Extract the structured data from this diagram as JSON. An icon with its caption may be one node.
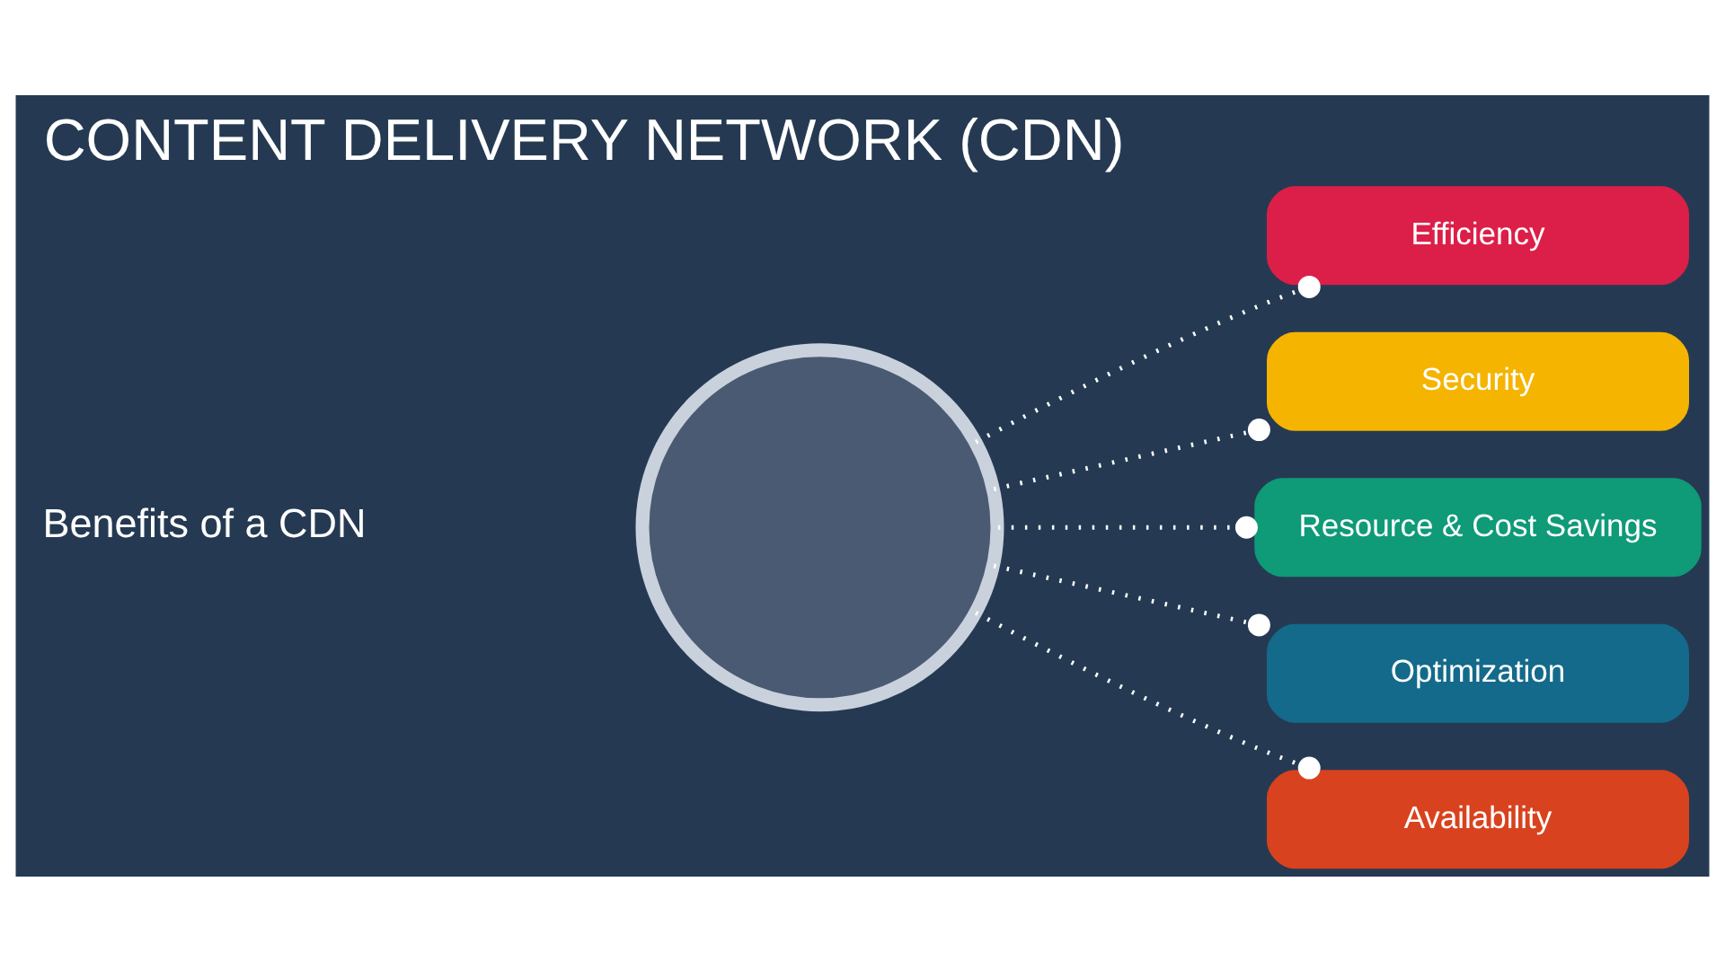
{
  "diagram": {
    "title": "CONTENT DELIVERY NETWORK (CDN)",
    "nodes": [
      {
        "text": [],
        "shape": "circle"
      },
      {
        "text": [
          "Efficiency"
        ]
      },
      {
        "text": [
          "Security"
        ]
      },
      {
        "text": [
          "Resource & Cost Savings"
        ]
      },
      {
        "text": [
          "Optimization"
        ]
      },
      {
        "text": [
          "Availability"
        ]
      }
    ],
    "edges": [
      {
        "from": 0,
        "to": 1,
        "arrow": "other",
        "style": "dashed"
      },
      {
        "from": 0,
        "to": 2,
        "arrow": "other",
        "style": "dashed"
      },
      {
        "from": 0,
        "to": 3,
        "arrow": "other",
        "style": "dashed"
      },
      {
        "from": 0,
        "to": 4,
        "arrow": "other",
        "style": "dashed"
      },
      {
        "from": 0,
        "to": 5,
        "arrow": "other",
        "style": "dashed"
      }
    ],
    "labels": [
      "Benefits of a CDN"
    ]
  }
}
